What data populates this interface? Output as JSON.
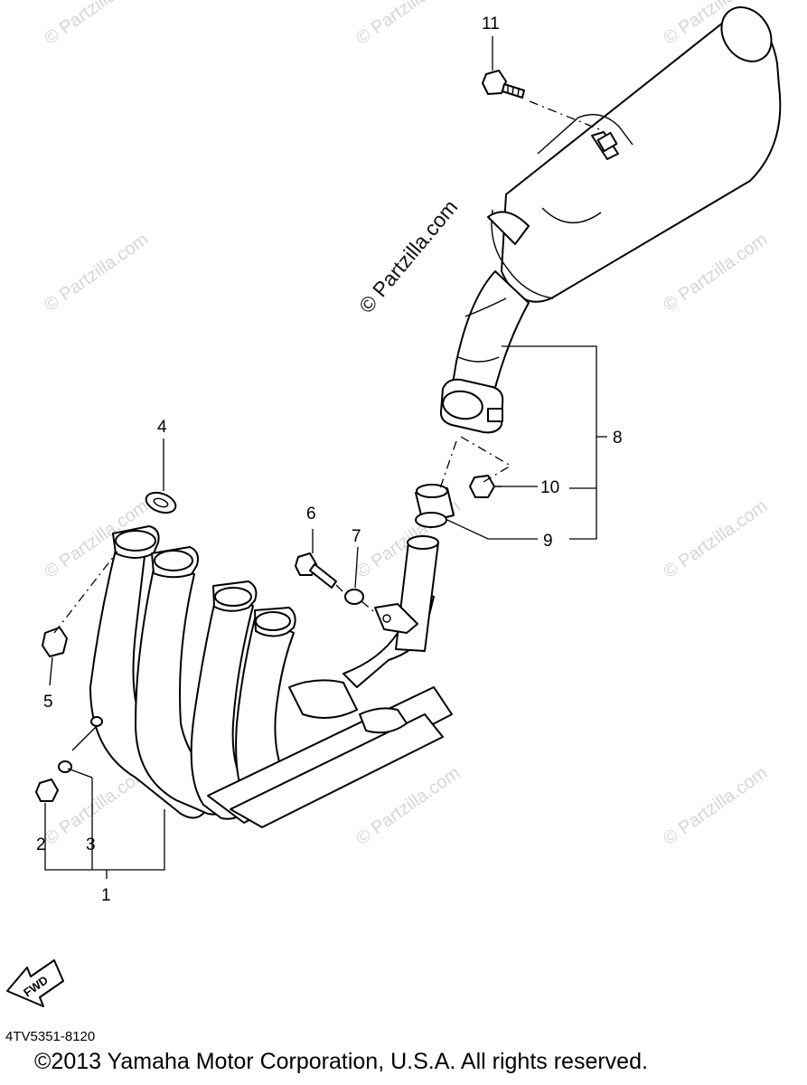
{
  "diagram": {
    "callouts": [
      "1",
      "2",
      "3",
      "4",
      "5",
      "6",
      "7",
      "8",
      "9",
      "10",
      "11"
    ],
    "watermark_center": "© Partzilla.com",
    "watermark_repeat": "© Partzilla.com",
    "fwd_label": "FWD",
    "diagram_code": "4TV5351-8120",
    "copyright": "©2013  Yamaha Motor Corporation, U.S.A. All rights reserved."
  }
}
